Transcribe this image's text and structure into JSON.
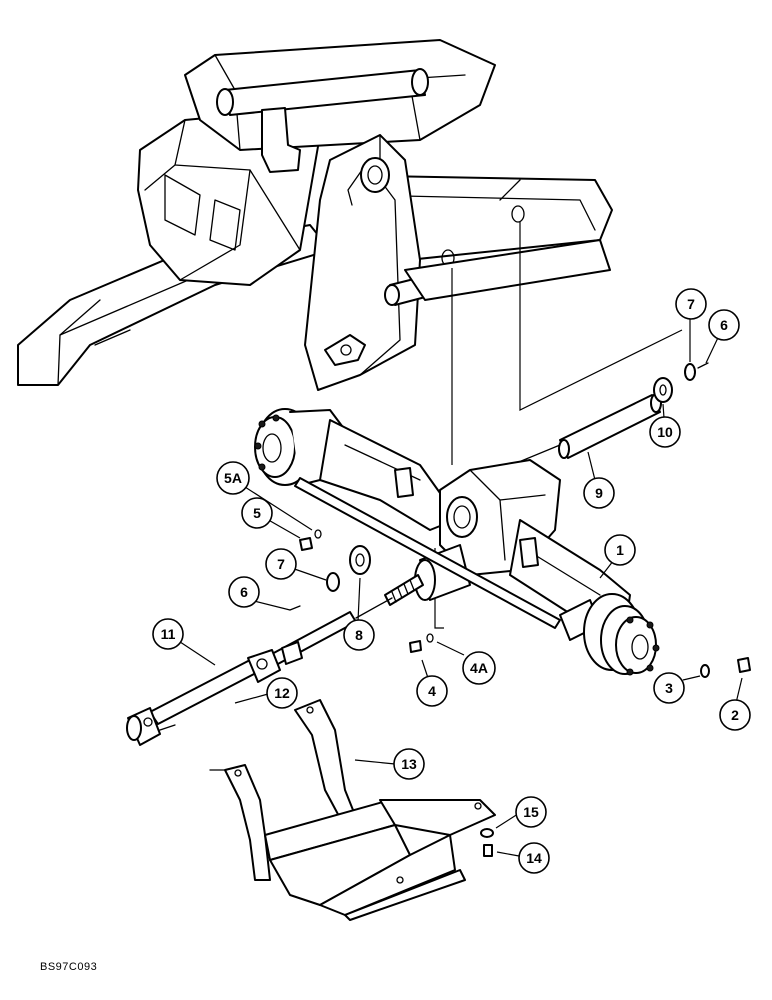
{
  "figure": {
    "document_code": "BS97C093",
    "callouts": [
      {
        "id": "1",
        "label": "1"
      },
      {
        "id": "2",
        "label": "2"
      },
      {
        "id": "3",
        "label": "3"
      },
      {
        "id": "4",
        "label": "4"
      },
      {
        "id": "4A",
        "label": "4A"
      },
      {
        "id": "5",
        "label": "5"
      },
      {
        "id": "5A",
        "label": "5A"
      },
      {
        "id": "6a",
        "label": "6"
      },
      {
        "id": "6b",
        "label": "6"
      },
      {
        "id": "7a",
        "label": "7"
      },
      {
        "id": "7b",
        "label": "7"
      },
      {
        "id": "8",
        "label": "8"
      },
      {
        "id": "9",
        "label": "9"
      },
      {
        "id": "10",
        "label": "10"
      },
      {
        "id": "11",
        "label": "11"
      },
      {
        "id": "12",
        "label": "12"
      },
      {
        "id": "13",
        "label": "13"
      },
      {
        "id": "14",
        "label": "14"
      },
      {
        "id": "15",
        "label": "15"
      }
    ]
  }
}
